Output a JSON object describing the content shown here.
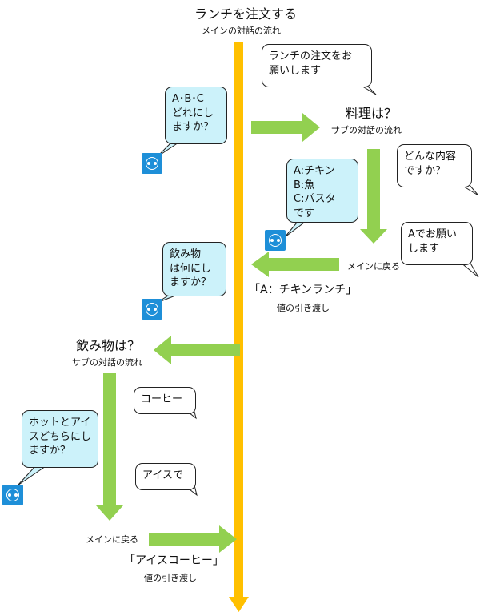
{
  "main": {
    "title": "ランチを注文する",
    "subtitle": "メインの対話の流れ"
  },
  "sub1": {
    "title": "料理は？",
    "subtitle": "サブの対話の流れ",
    "return_label": "メインに戻る",
    "value_label": "「A：チキンランチ」",
    "value_caption": "値の引き渡し"
  },
  "sub2": {
    "title": "飲み物は？",
    "subtitle": "サブの対話の流れ",
    "return_label": "メインに戻る",
    "value_label": "「アイスコーヒー」",
    "value_caption": "値の引き渡し"
  },
  "bubbles": {
    "user_lunch": "ランチの注文をお\n願いします",
    "bot_abc": "A･B･C\nどれにし\nますか？",
    "user_content": "どんな内容\nですか？",
    "bot_menu": "A:チキン\nB:魚\nC:パスタ\nです",
    "user_a": "Aでお願い\nします",
    "bot_drink": "飲み物\nは何にし\nますか？",
    "user_coffee": "コーヒー",
    "bot_hot_ice": "ホットとアイ\nスどちらにし\nますか？",
    "user_ice": "アイスで"
  },
  "icons": {
    "bot_icon": "bot-icon"
  },
  "colors": {
    "main_flow": "#ffc000",
    "sub_flow": "#92d050",
    "bot_bubble": "#ccf2fa",
    "icon": "#1e8fd8"
  }
}
